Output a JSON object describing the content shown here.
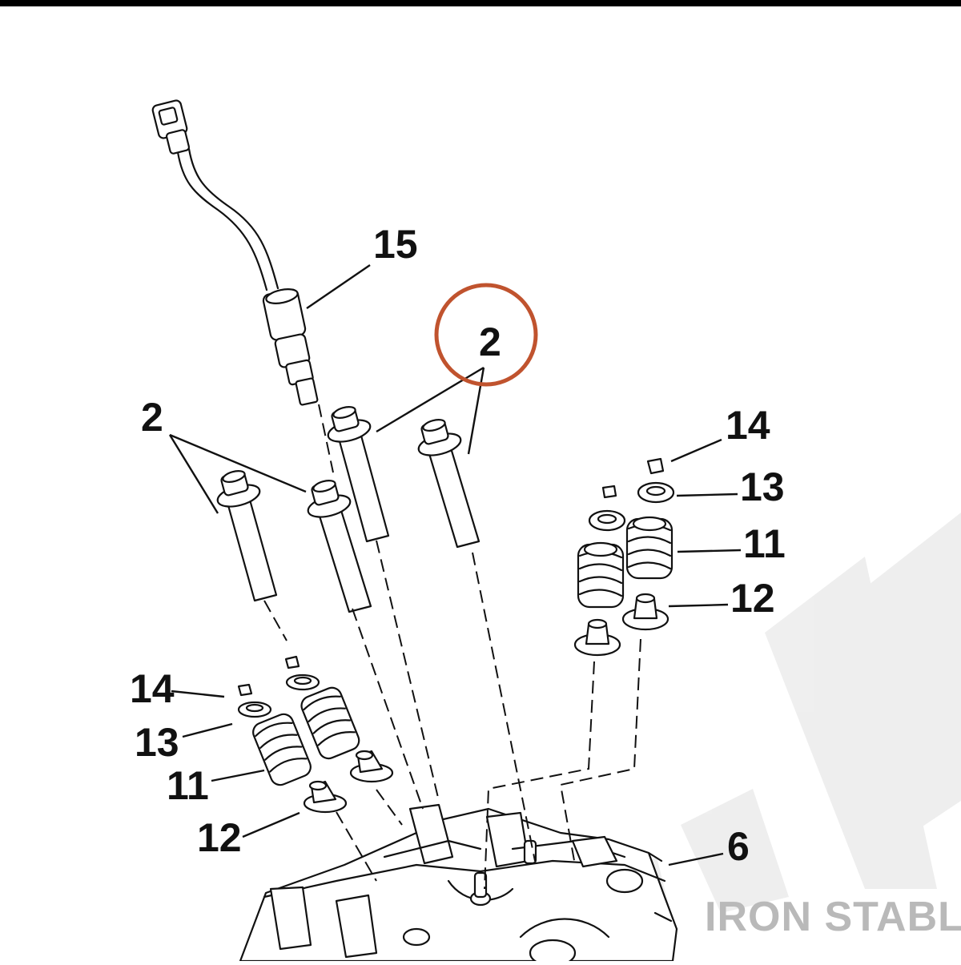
{
  "diagram": {
    "callouts": {
      "c15": "15",
      "c2_circled": "2",
      "c2_left": "2",
      "c14_right": "14",
      "c13_right": "13",
      "c11_right": "11",
      "c12_right": "12",
      "c14_left": "14",
      "c13_left": "13",
      "c11_left": "11",
      "c12_left": "12",
      "c6": "6"
    },
    "watermark": {
      "brand_text": "IRON STABLE",
      "large_letters": "STAB"
    },
    "colors": {
      "ink": "#111111",
      "highlight_circle": "#c0532e",
      "watermark_grey": "#b9b9b9",
      "watermark_faint": "#ededed",
      "top_border": "#000000"
    }
  }
}
